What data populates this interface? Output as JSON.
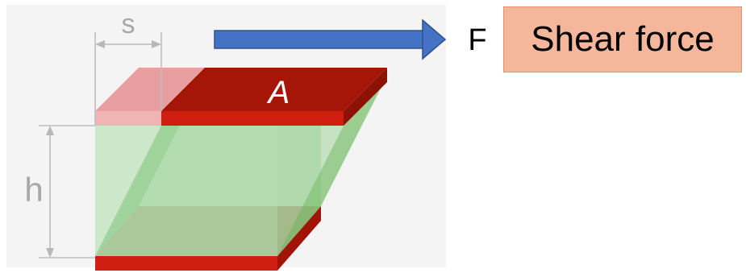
{
  "labels": {
    "displacement": "s",
    "height": "h",
    "area": "A",
    "force": "F",
    "shear_box": "Shear force"
  },
  "colors": {
    "plate_red": "#d01e10",
    "plate_dark_red": "#a01508",
    "ghost_plate": "#e68a8a",
    "volume_green": "#a9d8a5",
    "face_green": "#7dc070",
    "arrow_blue": "#4472c4",
    "dim_gray": "#b8b8b8",
    "shear_box_fill": "#f5b79b"
  }
}
